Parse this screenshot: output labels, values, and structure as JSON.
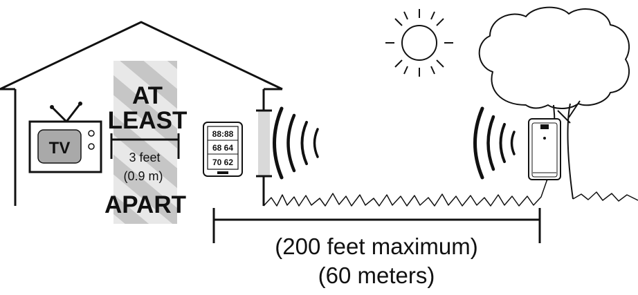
{
  "tv": {
    "label": "TV"
  },
  "spacing": {
    "line1": "AT",
    "line2": "LEAST",
    "distance": "3 feet",
    "distance_metric": "(0.9 m)",
    "line3": "APART"
  },
  "range": {
    "imperial": "(200 feet maximum)",
    "metric": "(60 meters)"
  },
  "display": {
    "row1": "88:88",
    "row2": "68 64",
    "row3": "70 62"
  },
  "colors": {
    "ink": "#111111",
    "tv_screen": "#a9a9a9",
    "stripe_light": "#e6e6e6",
    "stripe_dark": "#c4c4c4",
    "window": "#d9d9d9"
  }
}
